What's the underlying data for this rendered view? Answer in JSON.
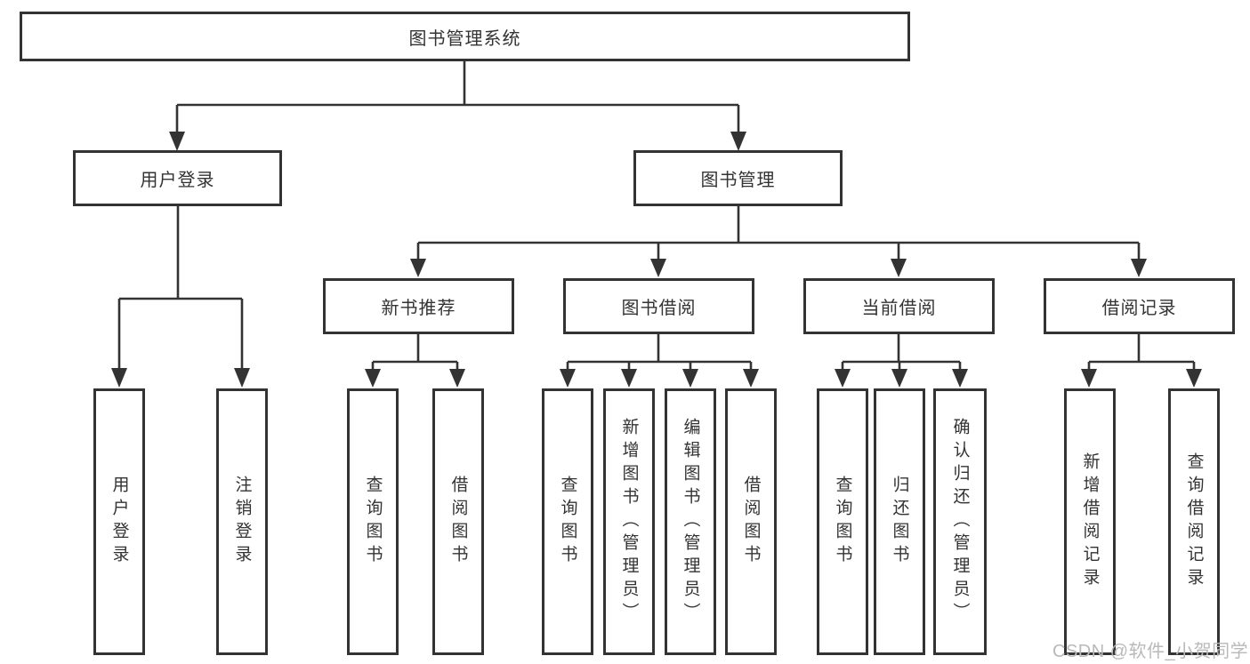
{
  "diagram": {
    "type": "hierarchy-tree",
    "title": "图书管理系统",
    "edges": [
      {
        "from": "图书管理系统",
        "to": [
          "用户登录",
          "图书管理"
        ]
      },
      {
        "from": "用户登录",
        "to": [
          "用户登录",
          "注销登录"
        ]
      },
      {
        "from": "图书管理",
        "to": [
          "新书推荐",
          "图书借阅",
          "当前借阅",
          "借阅记录"
        ]
      },
      {
        "from": "新书推荐",
        "to": [
          "查询图书",
          "借阅图书"
        ]
      },
      {
        "from": "图书借阅",
        "to": [
          "查询图书",
          "新增图书（管理员）",
          "编辑图书（管理员）",
          "借阅图书"
        ]
      },
      {
        "from": "当前借阅",
        "to": [
          "查询图书",
          "归还图书",
          "确认归还（管理员）"
        ]
      },
      {
        "from": "借阅记录",
        "to": [
          "新增借阅记录",
          "查询借阅记录"
        ]
      }
    ]
  },
  "nodes": {
    "root": "图书管理系统",
    "user_login": "用户登录",
    "book_mgmt": "图书管理",
    "new_book_rec": "新书推荐",
    "book_borrow": "图书借阅",
    "current_borrow": "当前借阅",
    "borrow_records": "借阅记录",
    "leaf_user_login": "用户登录",
    "leaf_logout": "注销登录",
    "rec_query_book": "查询图书",
    "rec_borrow_book": "借阅图书",
    "bb_query_book": "查询图书",
    "bb_add_book": "新增图书（管理员）",
    "bb_edit_book": "编辑图书（管理员）",
    "bb_borrow_book": "借阅图书",
    "cb_query_book": "查询图书",
    "cb_return_book": "归还图书",
    "cb_confirm_return": "确认归还（管理员）",
    "br_add_record": "新增借阅记录",
    "br_query_record": "查询借阅记录"
  },
  "watermark": "CSDN @软件_小贺同学",
  "colors": {
    "line": "#333333",
    "text": "#333333",
    "box_background": "#ffffff",
    "page_background": "#ffffff",
    "watermark": "#b9b9b9"
  }
}
